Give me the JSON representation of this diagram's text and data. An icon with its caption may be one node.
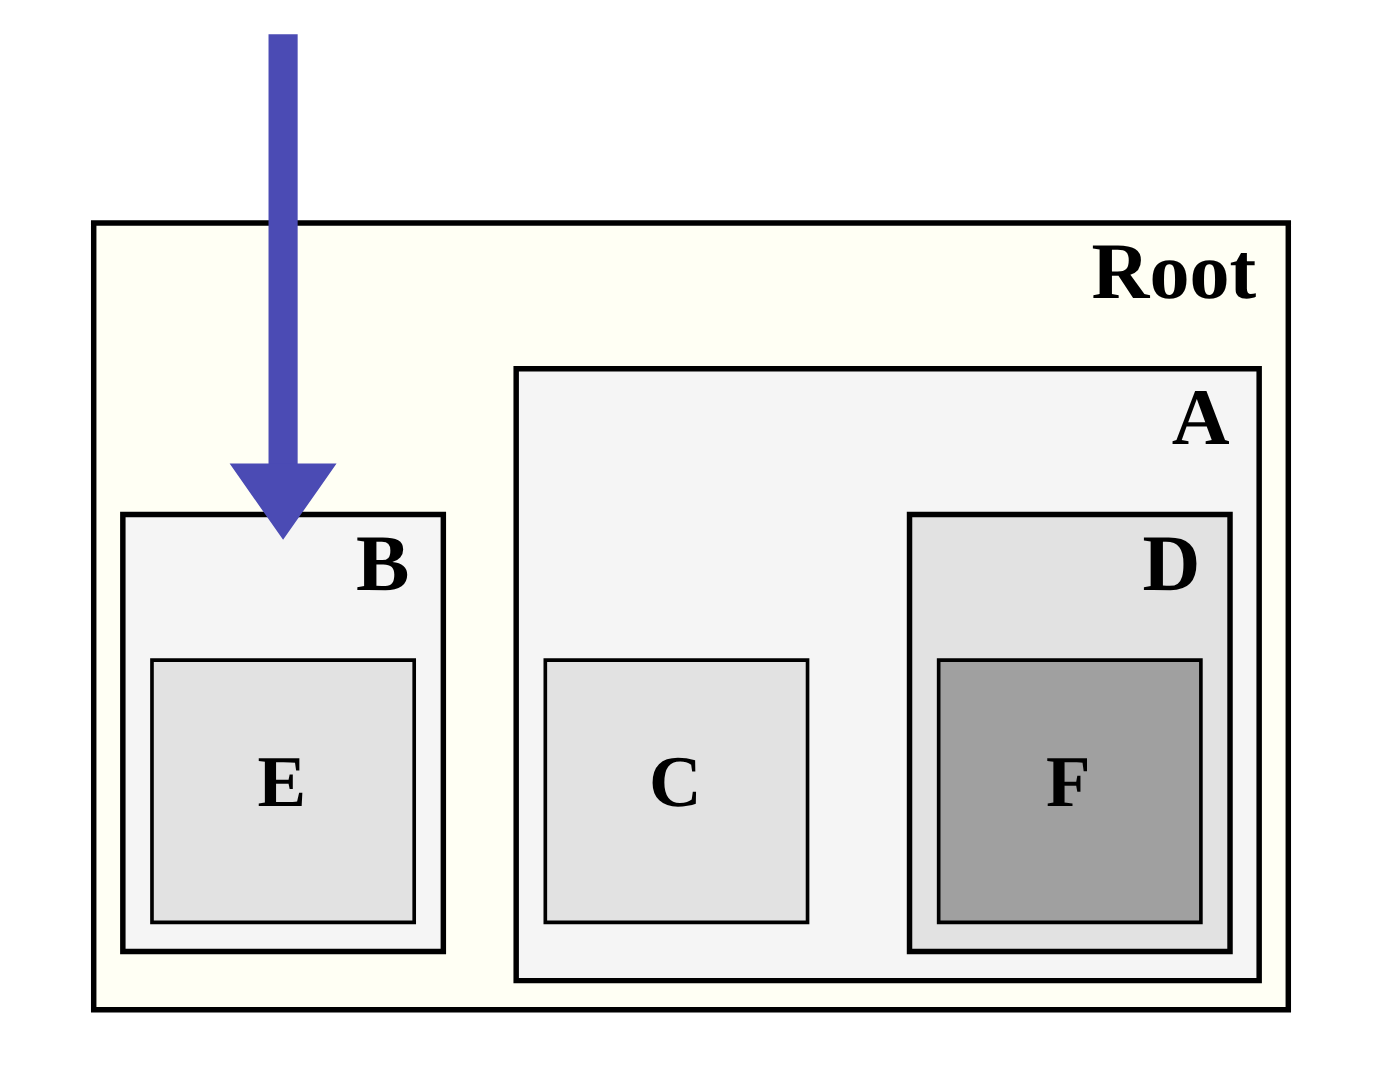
{
  "diagram": {
    "nodes": [
      {
        "text": [
          "Root"
        ]
      },
      {
        "text": [
          "A"
        ],
        "in": 0
      },
      {
        "text": [
          "C"
        ],
        "in": 1
      },
      {
        "text": [
          "D"
        ],
        "in": 1
      },
      {
        "text": [
          "F"
        ],
        "in": 3
      },
      {
        "text": [
          "B"
        ],
        "in": 0
      },
      {
        "text": [
          "E"
        ],
        "in": 5
      }
    ],
    "edges": [
      {
        "from": null,
        "to": 5,
        "arrow": "to",
        "color": "#4b4bb4"
      }
    ]
  }
}
